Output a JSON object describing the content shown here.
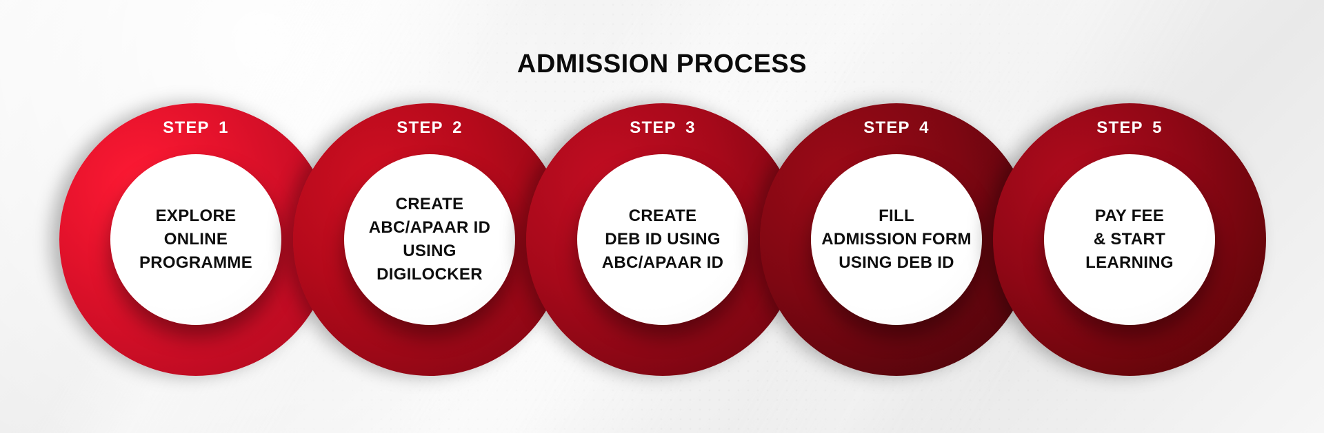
{
  "page": {
    "title": "ADMISSION PROCESS"
  },
  "steps": [
    {
      "label": "STEP  1",
      "lines": [
        "EXPLORE",
        "ONLINE",
        "PROGRAMME"
      ]
    },
    {
      "label": "STEP  2",
      "lines": [
        "CREATE",
        "ABC/APAAR ID",
        "USING",
        "DIGILOCKER"
      ]
    },
    {
      "label": "STEP  3",
      "lines": [
        "CREATE",
        "DEB ID USING",
        "ABC/APAAR ID"
      ]
    },
    {
      "label": "STEP  4",
      "lines": [
        "FILL",
        "ADMISSION FORM",
        "USING DEB ID"
      ]
    },
    {
      "label": "STEP  5",
      "lines": [
        "PAY FEE",
        "& START",
        "LEARNING"
      ]
    }
  ],
  "colors": {
    "title_text": "#0b0b0b",
    "step_label_text": "#ffffff",
    "inner_text": "#0e0e0e",
    "accent_red": "#d8102a",
    "deep_red": "#4a0408"
  }
}
